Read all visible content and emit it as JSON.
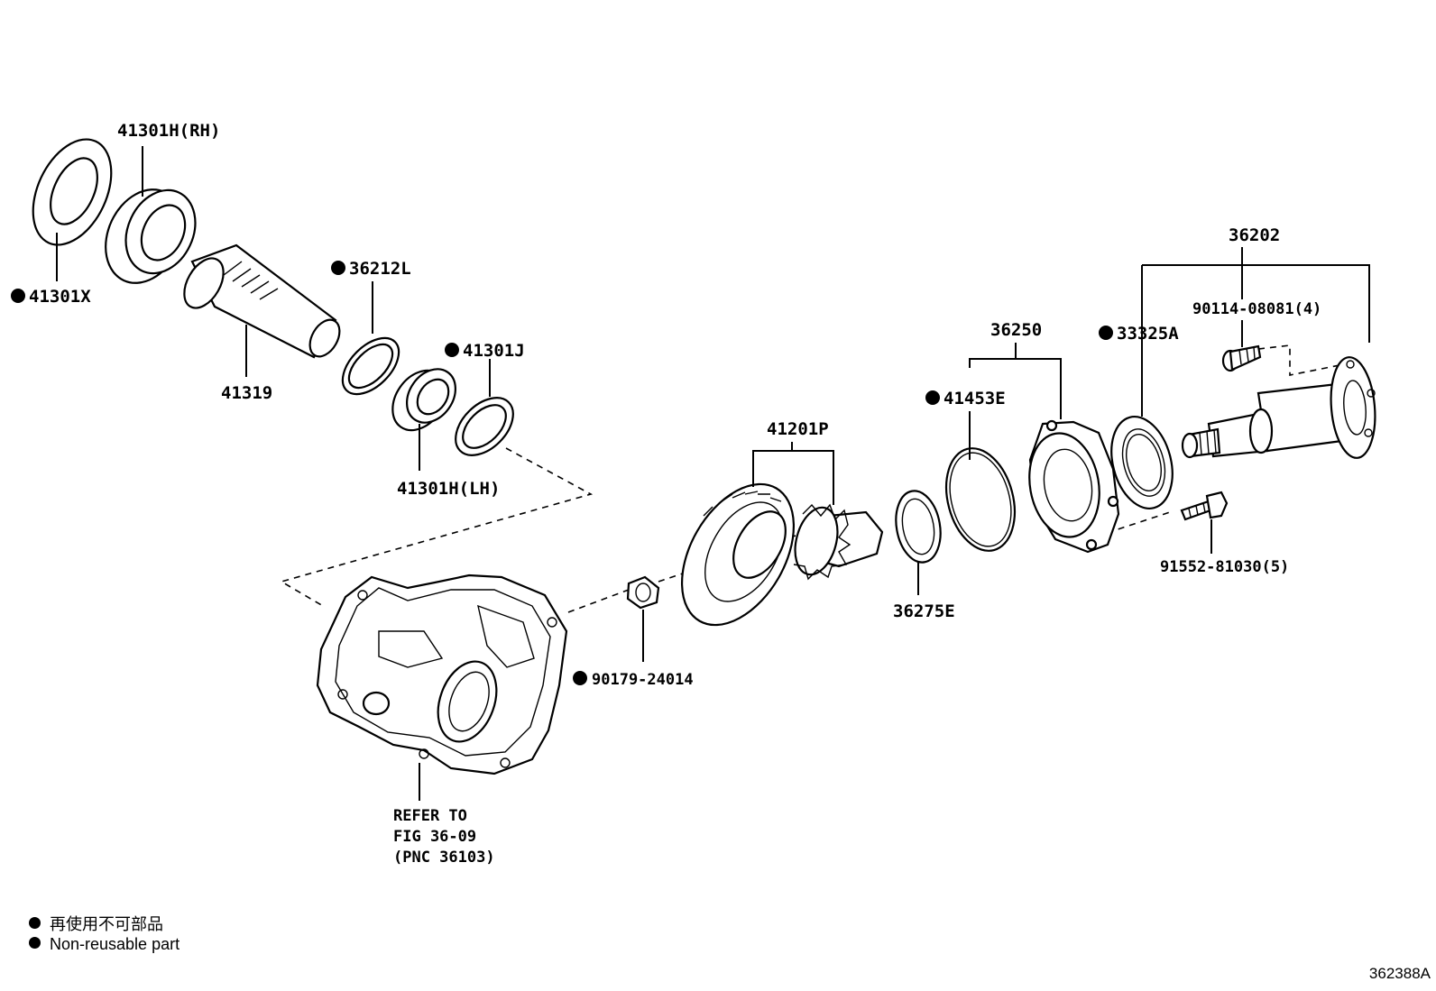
{
  "labels": {
    "p41301H_RH": "41301H(RH)",
    "p41301X": "41301X",
    "p41319": "41319",
    "p36212L": "36212L",
    "p41301J": "41301J",
    "p41301H_LH": "41301H(LH)",
    "p41201P": "41201P",
    "p36250": "36250",
    "p41453E": "41453E",
    "p36275E": "36275E",
    "p33325A": "33325A",
    "p36202": "36202",
    "p90114": "90114-08081(4)",
    "p91552": "91552-81030(5)",
    "p90179": "90179-24014",
    "refer_line1": "REFER TO",
    "refer_line2": "FIG 36-09",
    "refer_line3": "(PNC 36103)"
  },
  "legend": {
    "line1": "再使用不可部品",
    "line2": "Non-reusable part"
  },
  "figure_id": "362388A",
  "colors": {
    "ink": "#000000",
    "background": "#ffffff"
  }
}
